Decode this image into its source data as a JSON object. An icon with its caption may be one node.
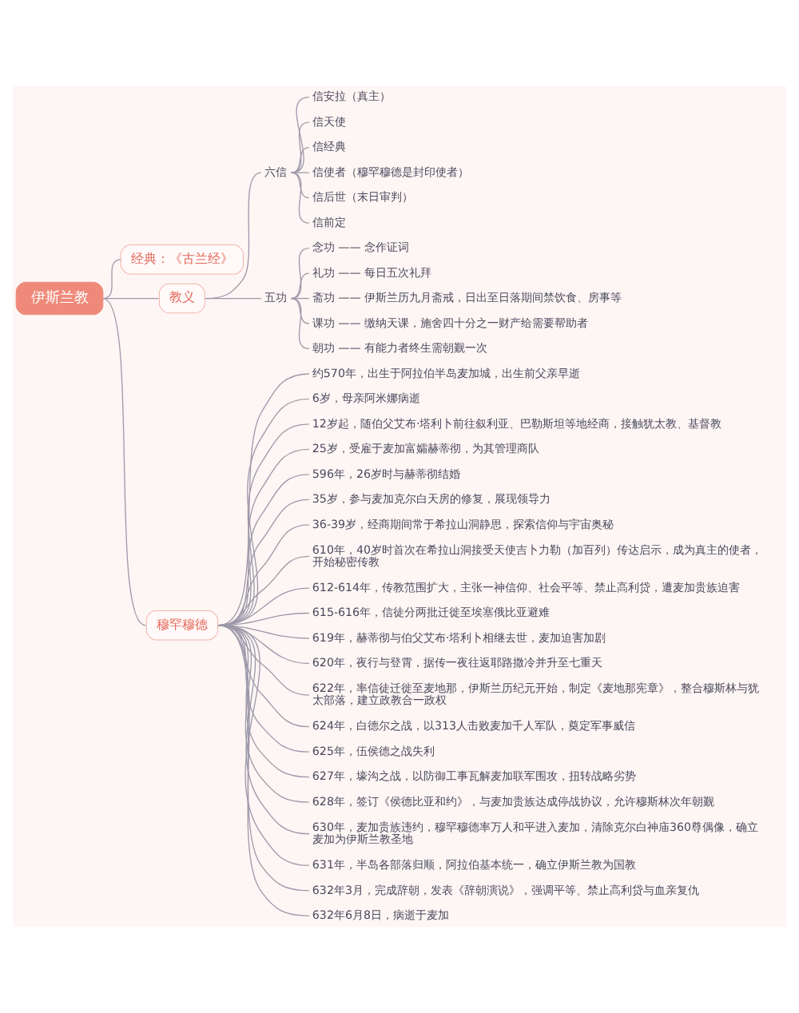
{
  "diagram": {
    "nodes": [
      {
        "text": [
          "伊斯兰教"
        ]
      },
      {
        "text": [
          "经典：《古兰经》"
        ]
      },
      {
        "text": [
          "教义"
        ]
      },
      {
        "text": [
          "六信"
        ]
      },
      {
        "text": [
          "信安拉（真主）"
        ]
      },
      {
        "text": [
          "信天使"
        ]
      },
      {
        "text": [
          "信经典"
        ]
      },
      {
        "text": [
          "信使者（穆罕穆德是封印使者）"
        ]
      },
      {
        "text": [
          "信后世（末日审判）"
        ]
      },
      {
        "text": [
          "信前定"
        ]
      },
      {
        "text": [
          "五功"
        ]
      },
      {
        "text": [
          "念功 —— 念作证词"
        ]
      },
      {
        "text": [
          "礼功 —— 每日五次礼拜"
        ]
      },
      {
        "text": [
          "斋功 —— 伊斯兰历九月斋戒，日出至日落期间禁饮食、房事等"
        ]
      },
      {
        "text": [
          "课功 —— 缴纳天课，施舍四十分之一财产给需要帮助者"
        ]
      },
      {
        "text": [
          "朝功 —— 有能力者终生需朝觐一次"
        ]
      },
      {
        "text": [
          "穆罕穆德"
        ]
      },
      {
        "text": [
          "约570年，出生于阿拉伯半岛麦加城，出生前父亲早逝"
        ]
      },
      {
        "text": [
          "6岁，母亲阿米娜病逝"
        ]
      },
      {
        "text": [
          "12岁起，随伯父艾布·塔利卜前往叙利亚、巴勒斯坦等地经商，接触犹太教、基督教"
        ]
      },
      {
        "text": [
          "25岁，受雇于麦加富孀赫蒂彻，为其管理商队"
        ]
      },
      {
        "text": [
          "596年，26岁时与赫蒂彻结婚"
        ]
      },
      {
        "text": [
          "35岁，参与麦加克尔白天房的修复，展现领导力"
        ]
      },
      {
        "text": [
          "36-39岁，经商期间常于希拉山洞静思，探索信仰与宇宙奥秘"
        ]
      },
      {
        "text": [
          "610年，40岁时首次在希拉山洞接受天使吉卜力勒（加百列）传达启示，成为真主的使者，开始秘密传教"
        ]
      },
      {
        "text": [
          "612-614年，传教范围扩大，主张一神信仰、社会平等、禁止高利贷，遭麦加贵族迫害"
        ]
      },
      {
        "text": [
          "615-616年，信徒分两批迁徙至埃塞俄比亚避难"
        ]
      },
      {
        "text": [
          "619年，赫蒂彻与伯父艾布·塔利卜相继去世，麦加迫害加剧"
        ]
      },
      {
        "text": [
          "620年，夜行与登霄，据传一夜往返耶路撒冷并升至七重天"
        ]
      },
      {
        "text": [
          "622年，率信徒迁徙至麦地那，伊斯兰历纪元开始，制定《麦地那宪章》，整合穆斯林与犹太部落，建立政教合一政权"
        ]
      },
      {
        "text": [
          "624年，白德尔之战，以313人击败麦加千人军队，奠定军事威信"
        ]
      },
      {
        "text": [
          "625年，伍侯德之战失利"
        ]
      },
      {
        "text": [
          "627年，壕沟之战，以防御工事瓦解麦加联军围攻，扭转战略劣势"
        ]
      },
      {
        "text": [
          "628年，签订《侯德比亚和约》，与麦加贵族达成停战协议，允许穆斯林次年朝觐"
        ]
      },
      {
        "text": [
          "630年，麦加贵族违约，穆罕穆德率万人和平进入麦加，清除克尔白神庙360尊偶像，确立麦加为伊斯兰教圣地"
        ]
      },
      {
        "text": [
          "631年，半岛各部落归顺，阿拉伯基本统一，确立伊斯兰教为国教"
        ]
      },
      {
        "text": [
          "632年3月，完成辞朝，发表《辞朝演说》，强调平等、禁止高利贷与血亲复仇"
        ]
      },
      {
        "text": [
          "632年6月8日，病逝于麦加"
        ]
      }
    ],
    "edges": [
      {
        "from": 0,
        "to": 1,
        "arrow": "none"
      },
      {
        "from": 0,
        "to": 2,
        "arrow": "none"
      },
      {
        "from": 0,
        "to": 16,
        "arrow": "none"
      },
      {
        "from": 2,
        "to": 3,
        "arrow": "none"
      },
      {
        "from": 2,
        "to": 10,
        "arrow": "none"
      },
      {
        "from": 3,
        "to": 4,
        "arrow": "none"
      },
      {
        "from": 3,
        "to": 5,
        "arrow": "none"
      },
      {
        "from": 3,
        "to": 6,
        "arrow": "none"
      },
      {
        "from": 3,
        "to": 7,
        "arrow": "none"
      },
      {
        "from": 3,
        "to": 8,
        "arrow": "none"
      },
      {
        "from": 3,
        "to": 9,
        "arrow": "none"
      },
      {
        "from": 10,
        "to": 11,
        "arrow": "none"
      },
      {
        "from": 10,
        "to": 12,
        "arrow": "none"
      },
      {
        "from": 10,
        "to": 13,
        "arrow": "none"
      },
      {
        "from": 10,
        "to": 14,
        "arrow": "none"
      },
      {
        "from": 10,
        "to": 15,
        "arrow": "none"
      },
      {
        "from": 16,
        "to": 17,
        "arrow": "none"
      },
      {
        "from": 16,
        "to": 18,
        "arrow": "none"
      },
      {
        "from": 16,
        "to": 19,
        "arrow": "none"
      },
      {
        "from": 16,
        "to": 20,
        "arrow": "none"
      },
      {
        "from": 16,
        "to": 21,
        "arrow": "none"
      },
      {
        "from": 16,
        "to": 22,
        "arrow": "none"
      },
      {
        "from": 16,
        "to": 23,
        "arrow": "none"
      },
      {
        "from": 16,
        "to": 24,
        "arrow": "none"
      },
      {
        "from": 16,
        "to": 25,
        "arrow": "none"
      },
      {
        "from": 16,
        "to": 26,
        "arrow": "none"
      },
      {
        "from": 16,
        "to": 27,
        "arrow": "none"
      },
      {
        "from": 16,
        "to": 28,
        "arrow": "none"
      },
      {
        "from": 16,
        "to": 29,
        "arrow": "none"
      },
      {
        "from": 16,
        "to": 30,
        "arrow": "none"
      },
      {
        "from": 16,
        "to": 31,
        "arrow": "none"
      },
      {
        "from": 16,
        "to": 32,
        "arrow": "none"
      },
      {
        "from": 16,
        "to": 33,
        "arrow": "none"
      },
      {
        "from": 16,
        "to": 34,
        "arrow": "none"
      },
      {
        "from": 16,
        "to": 35,
        "arrow": "none"
      },
      {
        "from": 16,
        "to": 36,
        "arrow": "none"
      },
      {
        "from": 16,
        "to": 37,
        "arrow": "none"
      }
    ]
  }
}
